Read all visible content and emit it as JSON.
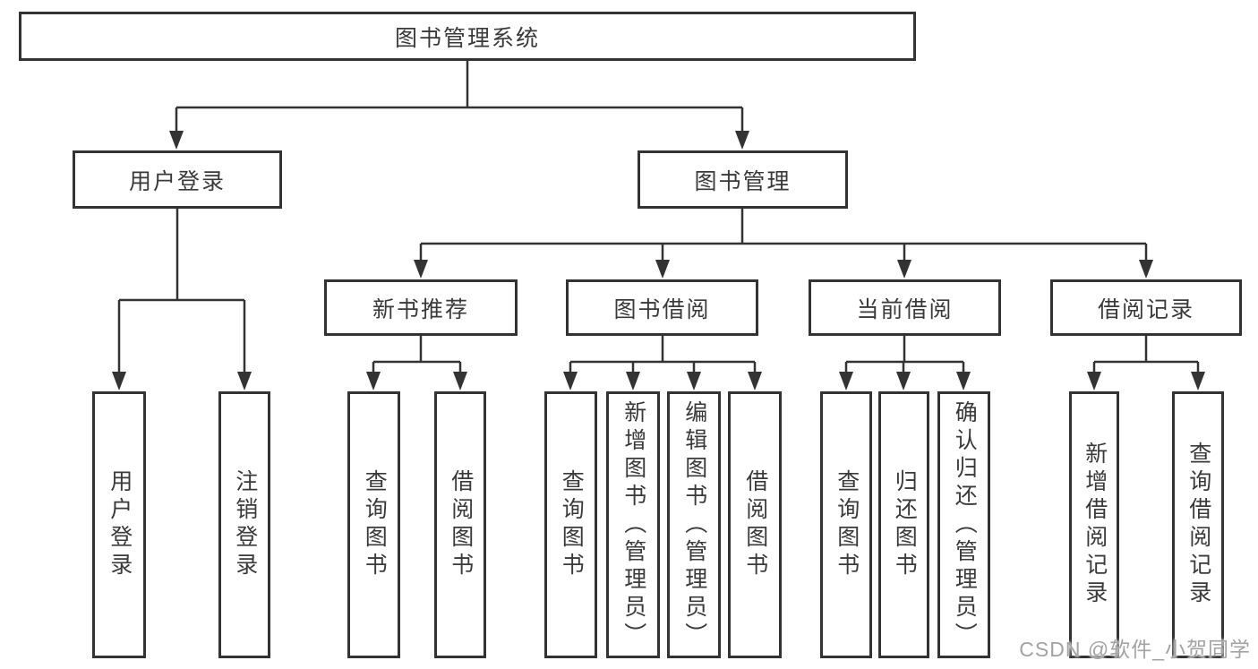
{
  "tree": {
    "root": {
      "label": "图书管理系统"
    },
    "level2": [
      {
        "label": "用户登录",
        "children": [
          {
            "label": "用户登录"
          },
          {
            "label": "注销登录"
          }
        ]
      },
      {
        "label": "图书管理",
        "children": [
          {
            "label": "新书推荐",
            "children": [
              {
                "label": "查询图书"
              },
              {
                "label": "借阅图书"
              }
            ]
          },
          {
            "label": "图书借阅",
            "children": [
              {
                "label": "查询图书"
              },
              {
                "label": "新增图书（管理员）"
              },
              {
                "label": "编辑图书（管理员）"
              },
              {
                "label": "借阅图书"
              }
            ]
          },
          {
            "label": "当前借阅",
            "children": [
              {
                "label": "查询图书"
              },
              {
                "label": "归还图书"
              },
              {
                "label": "确认归还（管理员）"
              }
            ]
          },
          {
            "label": "借阅记录",
            "children": [
              {
                "label": "新增借阅记录"
              },
              {
                "label": "查询借阅记录"
              }
            ]
          }
        ]
      }
    ]
  },
  "watermark": {
    "text": "CSDN @软件_小贺同学"
  },
  "colors": {
    "line": "#333333",
    "border": "#333333",
    "text": "#3a3a3a",
    "background": "#ffffff",
    "watermark": "#a3a3a3"
  }
}
